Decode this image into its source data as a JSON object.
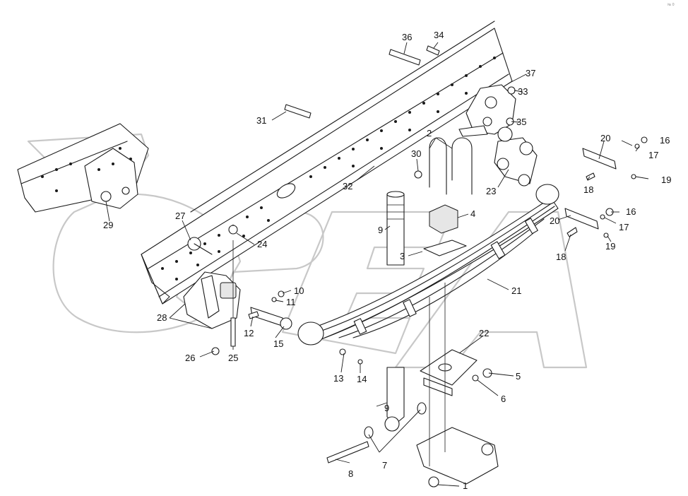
{
  "corner_mark": "№ 0",
  "callouts": [
    {
      "id": "c1",
      "text": "1"
    },
    {
      "id": "c2",
      "text": "2"
    },
    {
      "id": "c3",
      "text": "3"
    },
    {
      "id": "c4",
      "text": "4"
    },
    {
      "id": "c5",
      "text": "5"
    },
    {
      "id": "c6",
      "text": "6"
    },
    {
      "id": "c7",
      "text": "7"
    },
    {
      "id": "c8",
      "text": "8"
    },
    {
      "id": "c9a",
      "text": "9"
    },
    {
      "id": "c9b",
      "text": "9"
    },
    {
      "id": "c10",
      "text": "10"
    },
    {
      "id": "c11",
      "text": "11"
    },
    {
      "id": "c12",
      "text": "12"
    },
    {
      "id": "c13",
      "text": "13"
    },
    {
      "id": "c14",
      "text": "14"
    },
    {
      "id": "c15",
      "text": "15"
    },
    {
      "id": "c16a",
      "text": "16"
    },
    {
      "id": "c16b",
      "text": "16"
    },
    {
      "id": "c17a",
      "text": "17"
    },
    {
      "id": "c17b",
      "text": "17"
    },
    {
      "id": "c18a",
      "text": "18"
    },
    {
      "id": "c18b",
      "text": "18"
    },
    {
      "id": "c19a",
      "text": "19"
    },
    {
      "id": "c19b",
      "text": "19"
    },
    {
      "id": "c20a",
      "text": "20"
    },
    {
      "id": "c20b",
      "text": "20"
    },
    {
      "id": "c21",
      "text": "21"
    },
    {
      "id": "c22",
      "text": "22"
    },
    {
      "id": "c23",
      "text": "23"
    },
    {
      "id": "c24",
      "text": "24"
    },
    {
      "id": "c25",
      "text": "25"
    },
    {
      "id": "c26",
      "text": "26"
    },
    {
      "id": "c27",
      "text": "27"
    },
    {
      "id": "c28",
      "text": "28"
    },
    {
      "id": "c29",
      "text": "29"
    },
    {
      "id": "c30",
      "text": "30"
    },
    {
      "id": "c31",
      "text": "31"
    },
    {
      "id": "c32",
      "text": "32"
    },
    {
      "id": "c33",
      "text": "33"
    },
    {
      "id": "c34",
      "text": "34"
    },
    {
      "id": "c35",
      "text": "35"
    },
    {
      "id": "c36",
      "text": "36"
    },
    {
      "id": "c37",
      "text": "37"
    }
  ]
}
